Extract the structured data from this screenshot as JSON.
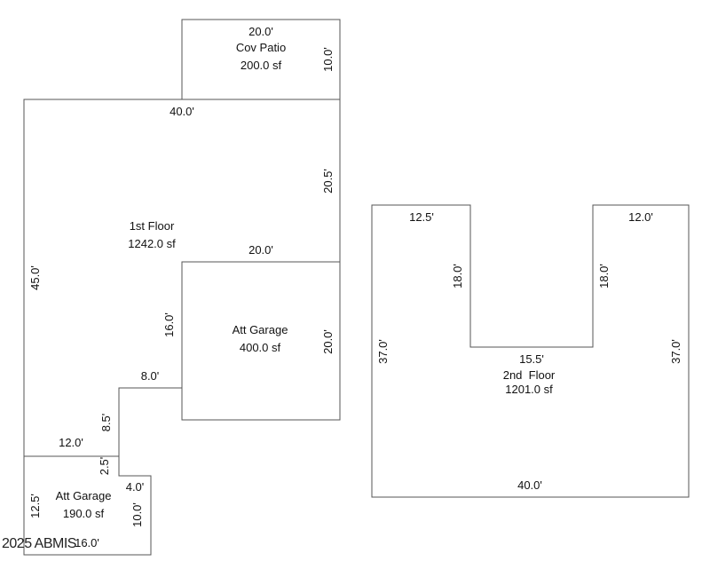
{
  "cov_patio": {
    "name": "Cov Patio",
    "area": "200.0 sf",
    "width": "20.0'",
    "depth": "10.0'"
  },
  "first_floor": {
    "name": "1st Floor",
    "area": "1242.0 sf",
    "dims": {
      "top": "40.0'",
      "right_upper": "20.5'",
      "left": "45.0'",
      "step_top": "8.0'",
      "step_side": "8.5'",
      "bottom": "12.0'",
      "notch": "2.5'"
    }
  },
  "att_garage_large": {
    "name": "Att Garage",
    "area": "400.0 sf",
    "top": "20.0'",
    "left": "16.0'",
    "right": "20.0'"
  },
  "att_garage_small": {
    "name": "Att Garage",
    "area": "190.0 sf",
    "left": "12.5'",
    "top_step": "4.0'",
    "right": "10.0'",
    "bottom": "16.0'"
  },
  "second_floor": {
    "name": "2nd  Floor",
    "area": "1201.0 sf",
    "dims": {
      "top_left": "12.5'",
      "top_right": "12.0'",
      "inner_left": "18.0'",
      "inner_right": "18.0'",
      "inner_bottom": "15.5'",
      "left": "37.0'",
      "right": "37.0'",
      "bottom": "40.0'"
    }
  },
  "watermark": "2025 ABMIS"
}
